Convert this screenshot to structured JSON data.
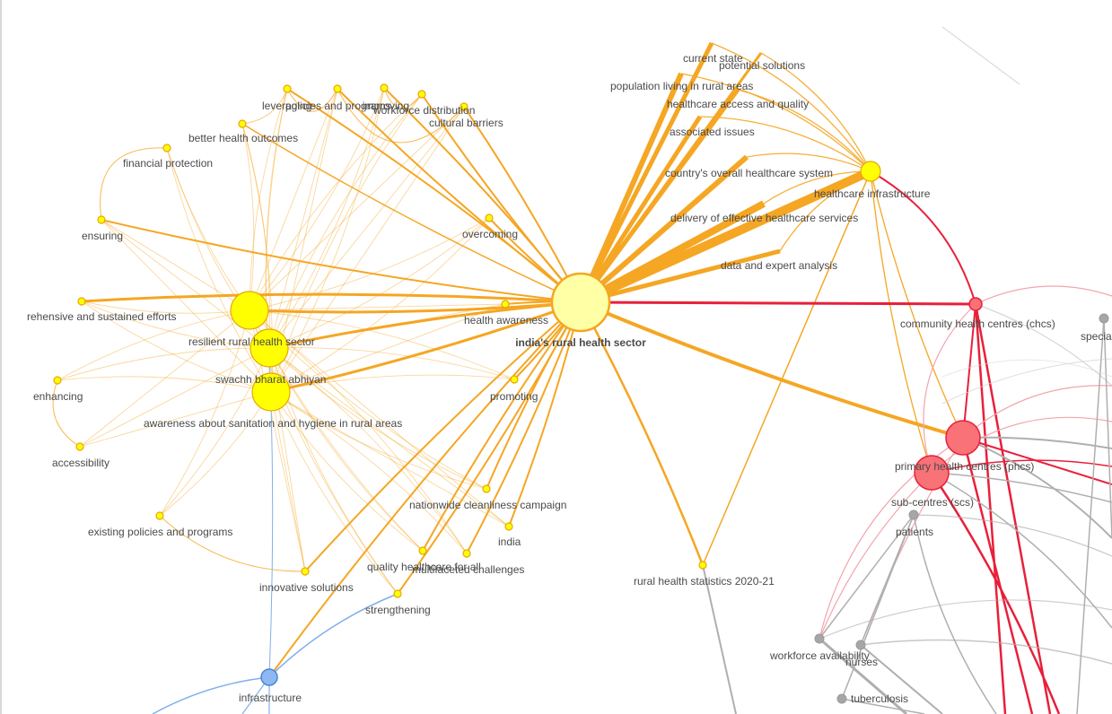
{
  "graph": {
    "title": "",
    "colors": {
      "yellow_cluster": "#F5A623",
      "yellow_node": "#FFFF00",
      "yellow_node_border": "#E8A600",
      "center_node": "#FFFFA6",
      "red_cluster": "#E8203A",
      "red_node": "#F87278",
      "pink_edge": "#F2A5AE",
      "gray_cluster": "#AFAFAF",
      "gray_node": "#A6A6A6",
      "blue_cluster": "#7FB0E8",
      "blue_node": "#8DB8F2"
    },
    "nodes": [
      {
        "id": "center",
        "label": "india's rural health sector",
        "group": "center"
      },
      {
        "id": "leveraging",
        "label": "leveraging",
        "group": "yellow"
      },
      {
        "id": "policies",
        "label": "policies and programs",
        "group": "yellow"
      },
      {
        "id": "improving",
        "label": "improving",
        "group": "yellow"
      },
      {
        "id": "workforce_dist",
        "label": "workforce distribution",
        "group": "yellow"
      },
      {
        "id": "cultural",
        "label": "cultural barriers",
        "group": "yellow"
      },
      {
        "id": "better_outcomes",
        "label": "better health outcomes",
        "group": "yellow"
      },
      {
        "id": "financial",
        "label": "financial protection",
        "group": "yellow"
      },
      {
        "id": "ensuring",
        "label": "ensuring",
        "group": "yellow"
      },
      {
        "id": "overcoming",
        "label": "overcoming",
        "group": "yellow"
      },
      {
        "id": "comprehensive",
        "label": "rehensive and sustained efforts",
        "group": "yellow"
      },
      {
        "id": "resilient",
        "label": "resilient rural health sector",
        "group": "yellow-big"
      },
      {
        "id": "health_awareness",
        "label": "health awareness",
        "group": "yellow"
      },
      {
        "id": "swachh",
        "label": "swachh bharat abhiyan",
        "group": "yellow-big"
      },
      {
        "id": "enhancing",
        "label": "enhancing",
        "group": "yellow"
      },
      {
        "id": "promoting",
        "label": "promoting",
        "group": "yellow"
      },
      {
        "id": "sanitation",
        "label": "awareness about sanitation and hygiene in rural areas",
        "group": "yellow-big"
      },
      {
        "id": "accessibility",
        "label": "accessibility",
        "group": "yellow"
      },
      {
        "id": "nationwide",
        "label": "nationwide cleanliness campaign",
        "group": "yellow"
      },
      {
        "id": "existing",
        "label": "existing policies and programs",
        "group": "yellow"
      },
      {
        "id": "india",
        "label": "india",
        "group": "yellow"
      },
      {
        "id": "quality",
        "label": "quality healthcare for all",
        "group": "yellow"
      },
      {
        "id": "multifaceted",
        "label": "multifaceted challenges",
        "group": "yellow"
      },
      {
        "id": "innovative",
        "label": "innovative solutions",
        "group": "yellow"
      },
      {
        "id": "strengthening",
        "label": "strengthening",
        "group": "yellow"
      },
      {
        "id": "current_state",
        "label": "current state",
        "group": "yellow-hidden"
      },
      {
        "id": "potential",
        "label": "potential solutions",
        "group": "yellow-hidden"
      },
      {
        "id": "population",
        "label": "population living in rural areas",
        "group": "yellow-hidden"
      },
      {
        "id": "access_quality",
        "label": "healthcare access and quality",
        "group": "yellow-hidden"
      },
      {
        "id": "associated",
        "label": "associated issues",
        "group": "yellow-hidden"
      },
      {
        "id": "overall_system",
        "label": "country's overall healthcare system",
        "group": "yellow-hidden"
      },
      {
        "id": "infra_health",
        "label": "healthcare infrastructure",
        "group": "yellow-mid"
      },
      {
        "id": "delivery",
        "label": "delivery of effective healthcare services",
        "group": "yellow-hidden"
      },
      {
        "id": "data_expert",
        "label": "data and expert analysis",
        "group": "yellow-hidden"
      },
      {
        "id": "rural_stats",
        "label": "rural health statistics 2020-21",
        "group": "yellow"
      },
      {
        "id": "chcs",
        "label": "community health centres (chcs)",
        "group": "red"
      },
      {
        "id": "phcs",
        "label": "primary health centres (phcs)",
        "group": "red-big"
      },
      {
        "id": "scs",
        "label": "sub-centres (scs)",
        "group": "red-big"
      },
      {
        "id": "specialists",
        "label": "speciali",
        "group": "gray"
      },
      {
        "id": "patients",
        "label": "patients",
        "group": "gray"
      },
      {
        "id": "workforce_avail",
        "label": "workforce availability",
        "group": "gray"
      },
      {
        "id": "nurses",
        "label": "nurses",
        "group": "gray"
      },
      {
        "id": "tuberculosis",
        "label": "tuberculosis",
        "group": "gray"
      },
      {
        "id": "infrastructure",
        "label": "infrastructure",
        "group": "blue"
      }
    ]
  }
}
